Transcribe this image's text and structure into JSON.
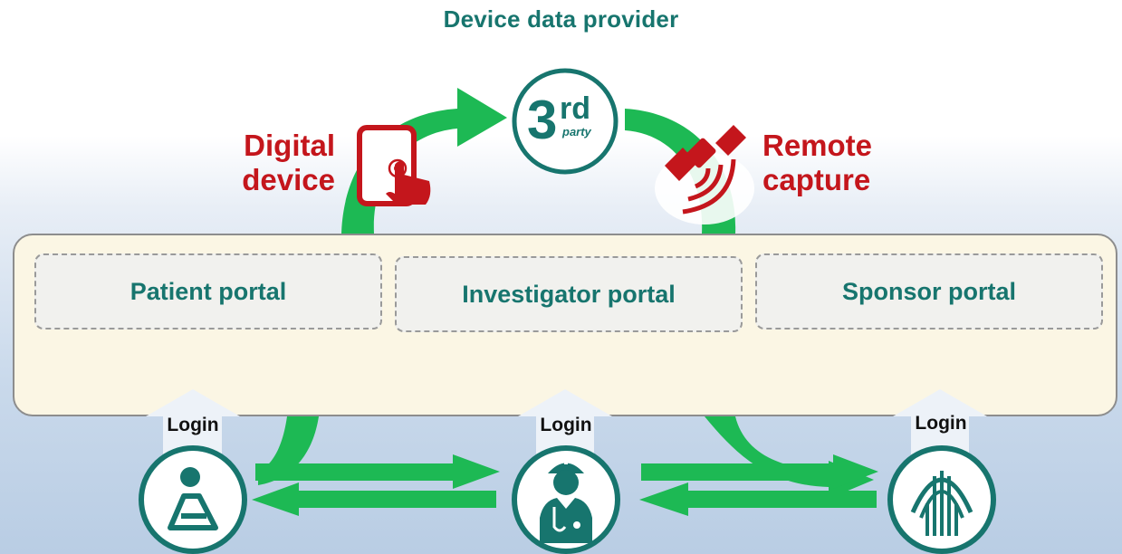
{
  "title": "Device data provider",
  "third_party": {
    "numeral": "3",
    "superscript": "rd",
    "subscript": "party"
  },
  "digital_device": {
    "line1": "Digital",
    "line2": "device"
  },
  "remote_capture": {
    "line1": "Remote",
    "line2": "capture"
  },
  "portals": [
    {
      "label": "Patient portal"
    },
    {
      "label": "Investigator portal"
    },
    {
      "label": "Sponsor portal"
    }
  ],
  "login_labels": [
    "Login",
    "Login",
    "Login"
  ],
  "icons": [
    "patient-icon",
    "doctor-icon",
    "sponsor-building-icon",
    "tablet-touch-icon",
    "satellite-icon"
  ],
  "colors": {
    "accent_teal": "#17756e",
    "arrow_green": "#1db954",
    "label_red": "#c4161c"
  }
}
